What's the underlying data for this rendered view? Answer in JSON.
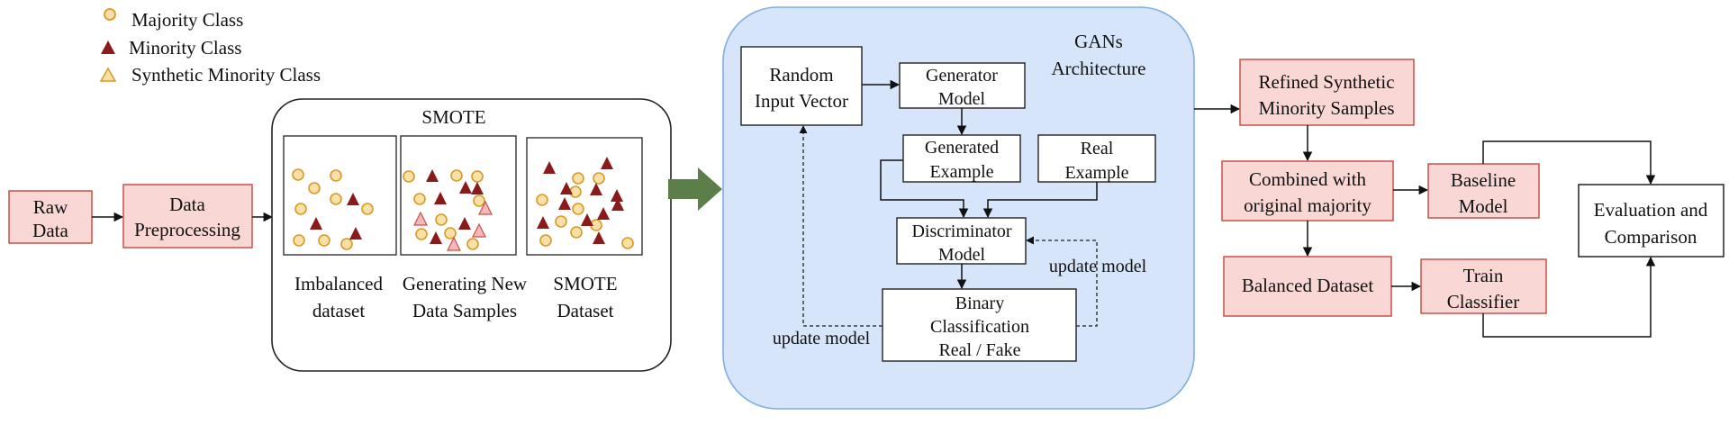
{
  "colors": {
    "pink_fill": "#f8d7d5",
    "pink_stroke": "#c9504a",
    "gans_fill": "#d6e5f9",
    "gans_stroke": "#7faee0",
    "arrow_green": "#5c7f4a",
    "majority_fill": "#fbe0a6",
    "majority_stroke": "#d49a2a",
    "minority_fill": "#8b1a1a",
    "synthetic_fill": "#f3b8ba",
    "synthetic_stroke": "#c9504a"
  },
  "legend": {
    "majority": "Majority Class",
    "minority": "Minority Class",
    "synthetic": "Synthetic Minority Class"
  },
  "raw_data": {
    "line1": "Raw",
    "line2": "Data"
  },
  "preprocessing": {
    "line1": "Data",
    "line2": "Preprocessing"
  },
  "smote": {
    "title": "SMOTE",
    "panel1": {
      "line1": "Imbalanced",
      "line2": "dataset"
    },
    "panel2": {
      "line1": "Generating New",
      "line2": "Data Samples"
    },
    "panel3": {
      "line1": "SMOTE",
      "line2": "Dataset"
    }
  },
  "gans": {
    "title_line1": "GANs",
    "title_line2": "Architecture",
    "random_input": {
      "line1": "Random",
      "line2": "Input Vector"
    },
    "generator": {
      "line1": "Generator",
      "line2": "Model"
    },
    "generated": {
      "line1": "Generated",
      "line2": "Example"
    },
    "real": {
      "line1": "Real",
      "line2": "Example"
    },
    "discriminator": {
      "line1": "Discriminator",
      "line2": "Model"
    },
    "binary": {
      "line1": "Binary",
      "line2": "Classification",
      "line3": "Real / Fake"
    },
    "update_model_right": "update model",
    "update_model_left": "update model"
  },
  "refined": {
    "line1": "Refined Synthetic",
    "line2": "Minority Samples"
  },
  "combined": {
    "line1": "Combined with",
    "line2": "original majority"
  },
  "baseline": {
    "line1": "Baseline",
    "line2": "Model"
  },
  "balanced": {
    "label": "Balanced Dataset"
  },
  "train": {
    "line1": "Train",
    "line2": "Classifier"
  },
  "evaluation": {
    "line1": "Evaluation and",
    "line2": "Comparison"
  }
}
